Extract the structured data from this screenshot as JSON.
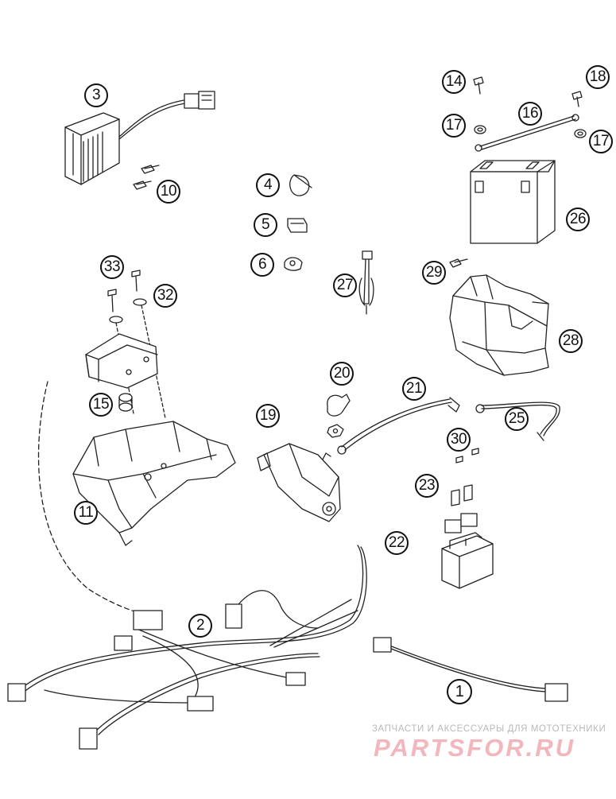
{
  "callouts": {
    "c1": "1",
    "c2": "2",
    "c3": "3",
    "c4": "4",
    "c5": "5",
    "c6": "6",
    "c10": "10",
    "c11": "11",
    "c14": "14",
    "c15": "15",
    "c16": "16",
    "c17a": "17",
    "c17b": "17",
    "c18": "18",
    "c19": "19",
    "c20": "20",
    "c21": "21",
    "c22": "22",
    "c23": "23",
    "c25": "25",
    "c26": "26",
    "c27": "27",
    "c28": "28",
    "c29": "29",
    "c30": "30",
    "c32": "32",
    "c33": "33"
  },
  "watermark": {
    "subtitle": "ЗАПЧАСТИ И АКСЕССУАРЫ ДЛЯ МОТОТЕХНИКИ",
    "logo": "PARTSFOR.RU"
  },
  "colors": {
    "line": "#222222",
    "watermark_logo": "#f2b6bd",
    "watermark_text": "#b9b9b9"
  }
}
